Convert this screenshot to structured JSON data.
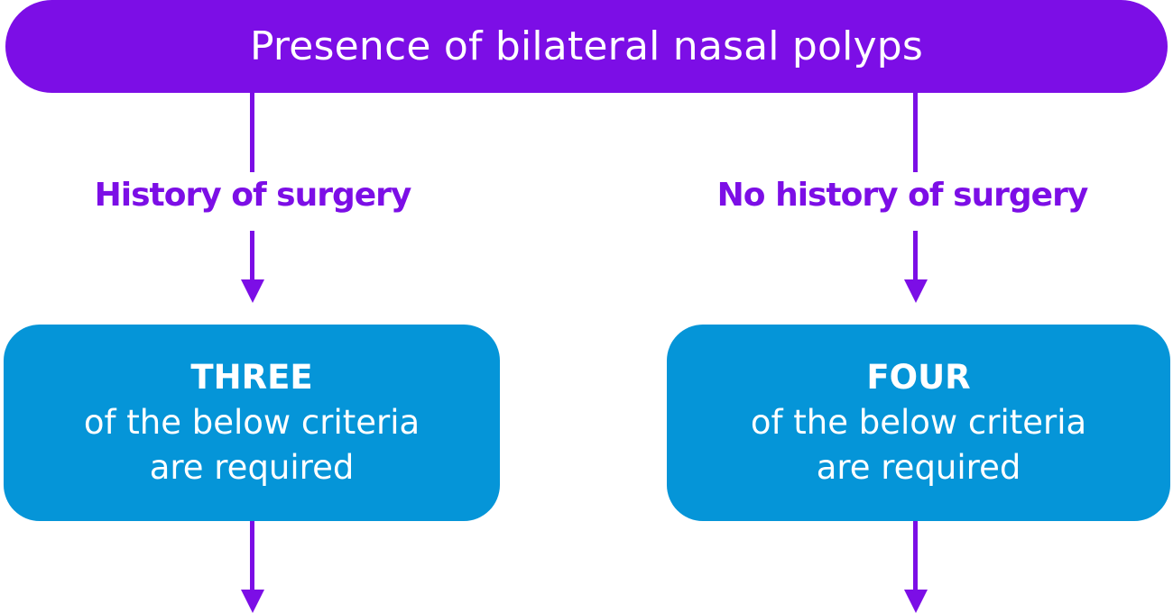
{
  "title": "Presence of bilateral nasal polyps",
  "branches": [
    {
      "label": "History of surgery",
      "count": "THREE",
      "line1": "of the below criteria",
      "line2": "are required"
    },
    {
      "label": "No history of surgery",
      "count": "FOUR",
      "line1": "of the below criteria",
      "line2": "are required"
    }
  ],
  "colors": {
    "purple": "#7c0ee6",
    "blue": "#0595d8"
  }
}
